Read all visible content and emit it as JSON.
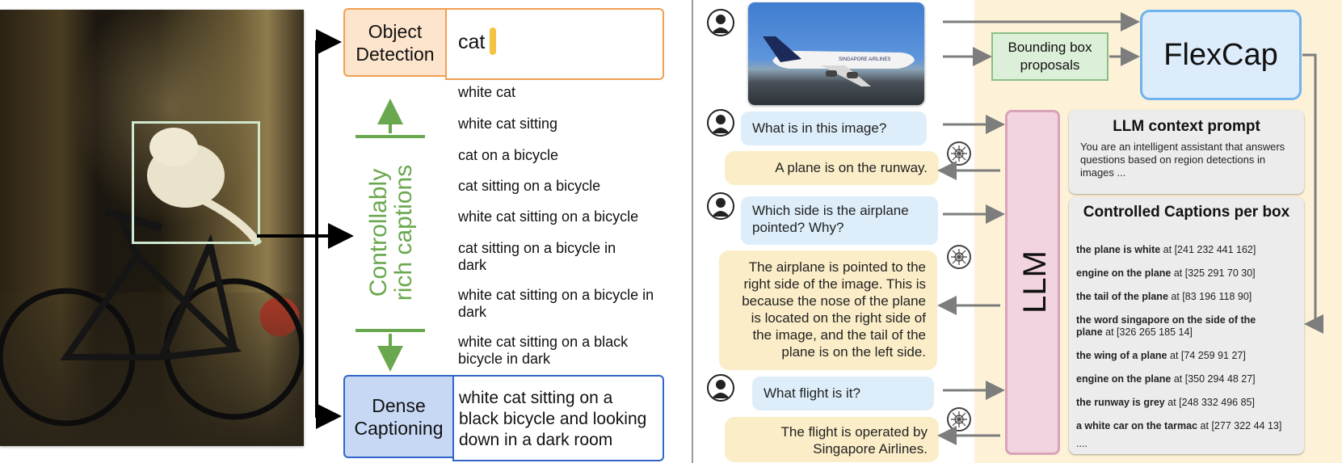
{
  "left": {
    "object_detection": {
      "label": "Object Detection",
      "value": "cat"
    },
    "dense_captioning": {
      "label": "Dense Captioning",
      "value": "white cat sitting on a black bicycle and looking down in a dark room"
    },
    "controllably_label_line1": "Controllably",
    "controllably_label_line2": "rich captions",
    "captions": [
      "white cat",
      "white cat sitting",
      "cat on a bicycle",
      "cat sitting on a bicycle",
      "white cat sitting on a bicycle",
      "cat sitting on a bicycle in dark",
      "white cat sitting on a bicycle in dark",
      "white cat sitting on a black bicycle in dark"
    ]
  },
  "right": {
    "flexcap": "FlexCap",
    "bounding_box_proposals": "Bounding box proposals",
    "llm": "LLM",
    "context_prompt": {
      "title": "LLM context prompt",
      "text": "You are an intelligent assistant that answers questions based on region detections in images ..."
    },
    "controlled_captions": {
      "title": "Controlled Captions per box",
      "rows": [
        {
          "caption": "the plane is white",
          "box": "at [241 232 441 162]"
        },
        {
          "caption": "engine on the plane",
          "box": "at [325 291 70 30]"
        },
        {
          "caption": "the tail of the plane",
          "box": "at [83 196 118 90]"
        },
        {
          "caption": "the word singapore on the side of the plane",
          "box": "at [326 265 185 14]"
        },
        {
          "caption": "the wing of a plane",
          "box": "at [74 259 91 27]"
        },
        {
          "caption": "engine on the plane",
          "box": "at [350 294 48 27]"
        },
        {
          "caption": "the runway is grey",
          "box": "at [248 332 496 85]"
        },
        {
          "caption": "a white car on the tarmac",
          "box": "at [277 322 44 13]"
        }
      ],
      "more": "...."
    },
    "chat": [
      {
        "role": "user",
        "text": "What is in this image?"
      },
      {
        "role": "assistant",
        "text": "A plane is on the runway."
      },
      {
        "role": "user",
        "text": "Which side is the airplane pointed? Why?"
      },
      {
        "role": "assistant",
        "text": "The airplane is pointed to the right side of the image. This is because the nose of the plane is located on the right side of the image, and the tail of the plane is on the left side."
      },
      {
        "role": "user",
        "text": "What flight is it?"
      },
      {
        "role": "assistant",
        "text": "The flight is operated by Singapore Airlines."
      }
    ],
    "plane_livery_text": "SINGAPORE AIRLINES"
  }
}
